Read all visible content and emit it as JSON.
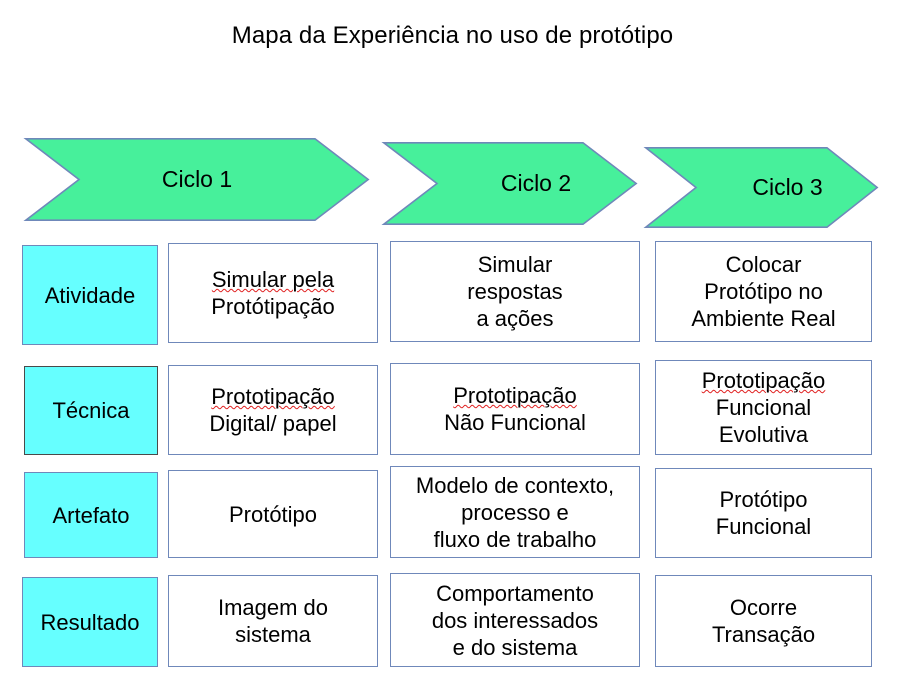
{
  "title": "Mapa da Experiência no uso de protótipo",
  "colors": {
    "chevron_fill": "#47f09b",
    "chevron_stroke": "#6f88ba",
    "label_fill": "#66ffff",
    "box_stroke": "#6f88ba",
    "dark_stroke": "#4a4a4a",
    "spellcheck_underline": "#e02020",
    "background": "#ffffff",
    "text": "#000000"
  },
  "cycles": [
    {
      "label": "Ciclo 1"
    },
    {
      "label": "Ciclo 2"
    },
    {
      "label": "Ciclo 3"
    }
  ],
  "rows": [
    {
      "label": "Atividade",
      "cells": [
        "Simular pela\nProtótipação",
        "Simular\nrespostas\na ações",
        "Colocar\nProtótipo  no\nAmbiente Real"
      ]
    },
    {
      "label": "Técnica",
      "cells": [
        "Prototipação\nDigital/ papel",
        "Prototipação\nNão Funcional",
        "Prototipação\nFuncional\nEvolutiva"
      ]
    },
    {
      "label": "Artefato",
      "cells": [
        "Protótipo",
        "Modelo de contexto,\nprocesso e\nfluxo de trabalho",
        "Protótipo\nFuncional"
      ]
    },
    {
      "label": "Resultado",
      "cells": [
        "Imagem do\nsistema",
        "Comportamento\ndos interessados\ne do sistema",
        "Ocorre\nTransação"
      ]
    }
  ]
}
